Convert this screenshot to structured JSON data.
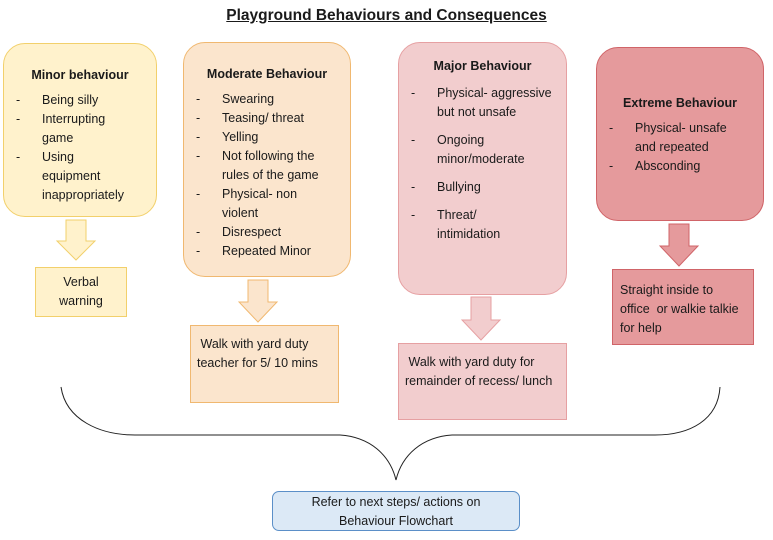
{
  "title": "Playground Behaviours and Consequences",
  "columns": [
    {
      "key": "minor",
      "heading": "Minor behaviour",
      "items": [
        "Being silly",
        "Interrupting game",
        "Using equipment inappropriately"
      ],
      "consequence": "Verbal warning",
      "fill": "#fff2cc",
      "border": "#f2d06b"
    },
    {
      "key": "moderate",
      "heading": "Moderate Behaviour",
      "items": [
        "Swearing",
        "Teasing/ threat",
        "Yelling",
        "Not following the rules of the game",
        "Physical- non violent",
        "Disrespect",
        "Repeated Minor"
      ],
      "consequence": " Walk with yard duty teacher for 5/ 10 mins",
      "fill": "#fbe5cd",
      "border": "#f0b870"
    },
    {
      "key": "major",
      "heading": "Major Behaviour",
      "items": [
        "Physical- aggressive but not unsafe",
        "Ongoing minor/moderate",
        "Bullying",
        "Threat/ intimidation"
      ],
      "consequence": " Walk with yard duty for remainder of recess/ lunch",
      "fill": "#f2cdce",
      "border": "#e6a0a2"
    },
    {
      "key": "extreme",
      "heading": "Extreme Behaviour",
      "items": [
        "Physical- unsafe and repeated",
        "Absconding"
      ],
      "consequence": "Straight inside to office  or walkie talkie for help",
      "fill": "#e59a9c",
      "border": "#d06468"
    }
  ],
  "next_steps": {
    "line1": "Refer to next steps/ actions on",
    "line2": "Behaviour Flowchart",
    "fill": "#dce9f6",
    "border": "#5b8fc8"
  }
}
